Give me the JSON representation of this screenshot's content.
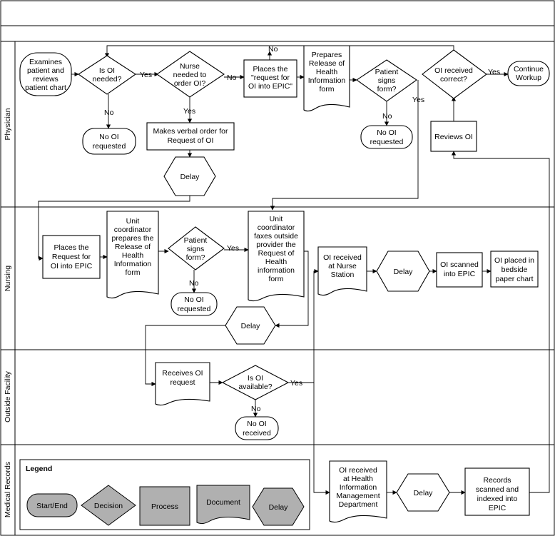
{
  "lanes": {
    "physician": "Physician",
    "nursing": "Nursing",
    "outside_facility": "Outside Facility",
    "medical_records": "Medical Records"
  },
  "nodes": {
    "examines": [
      "Examines",
      "patient and",
      "reviews",
      "patient chart"
    ],
    "is_oi_needed": [
      "Is OI",
      "needed?"
    ],
    "nurse_needed": [
      "Nurse",
      "needed to",
      "order OI?"
    ],
    "places_request_phys": [
      "Places the",
      "\"request for",
      "OI into EPIC\""
    ],
    "prepares_release": [
      "Prepares",
      "Release of",
      "Health",
      "Information",
      "form"
    ],
    "patient_signs_phys": [
      "Patient",
      "signs",
      "form?"
    ],
    "oi_received_correct": [
      "OI received",
      "correct?"
    ],
    "continue_workup": [
      "Continue",
      "Workup"
    ],
    "no_oi_requested_1": [
      "No OI",
      "requested"
    ],
    "makes_verbal_order": [
      "Makes verbal order for",
      "Request of OI"
    ],
    "delay_1": [
      "Delay"
    ],
    "no_oi_requested_2": [
      "No OI",
      "requested"
    ],
    "reviews_oi": [
      "Reviews OI"
    ],
    "places_request_nurse": [
      "Places the",
      "Request for",
      "OI into EPIC"
    ],
    "unit_coord_prepares": [
      "Unit",
      "coordinator",
      "prepares the",
      "Release of",
      "Health",
      "Information",
      "form"
    ],
    "patient_signs_nurse": [
      "Patient",
      "signs",
      "form?"
    ],
    "unit_coord_faxes": [
      "Unit",
      "coordinator",
      "faxes outside",
      "provider the",
      "Request of",
      "Health",
      "information",
      "form"
    ],
    "no_oi_requested_3": [
      "No OI",
      "requested"
    ],
    "oi_received_station": [
      "OI received",
      "at Nurse",
      "Station"
    ],
    "delay_2": [
      "Delay"
    ],
    "oi_scanned": [
      "OI scanned",
      "into EPIC"
    ],
    "oi_placed_bedside": [
      "OI placed in",
      "bedside",
      "paper chart"
    ],
    "delay_3": [
      "Delay"
    ],
    "receives_oi_request": [
      "Receives OI",
      "request"
    ],
    "is_oi_available": [
      "Is OI",
      "available?"
    ],
    "no_oi_received": [
      "No OI",
      "received"
    ],
    "oi_received_him": [
      "OI received",
      "at Health",
      "Information",
      "Management",
      "Department"
    ],
    "delay_4": [
      "Delay"
    ],
    "records_scanned": [
      "Records",
      "scanned and",
      "indexed into",
      "EPIC"
    ]
  },
  "edge_labels": {
    "yes_1": "Yes",
    "no_1": "No",
    "no_2": "No",
    "yes_2": "Yes",
    "no_top": "No",
    "yes_signs": "Yes",
    "no_signs": "No",
    "yes_correct": "Yes",
    "yes_nurse_signs": "Yes",
    "no_nurse_signs": "No",
    "yes_available": "Yes",
    "no_available": "No"
  },
  "legend": {
    "title": "Legend",
    "start_end": "Start/End",
    "decision": "Decision",
    "process": "Process",
    "document": "Document",
    "delay": "Delay"
  },
  "colors": {
    "legend_fill": "#b0b0b0",
    "stroke": "#000000"
  }
}
